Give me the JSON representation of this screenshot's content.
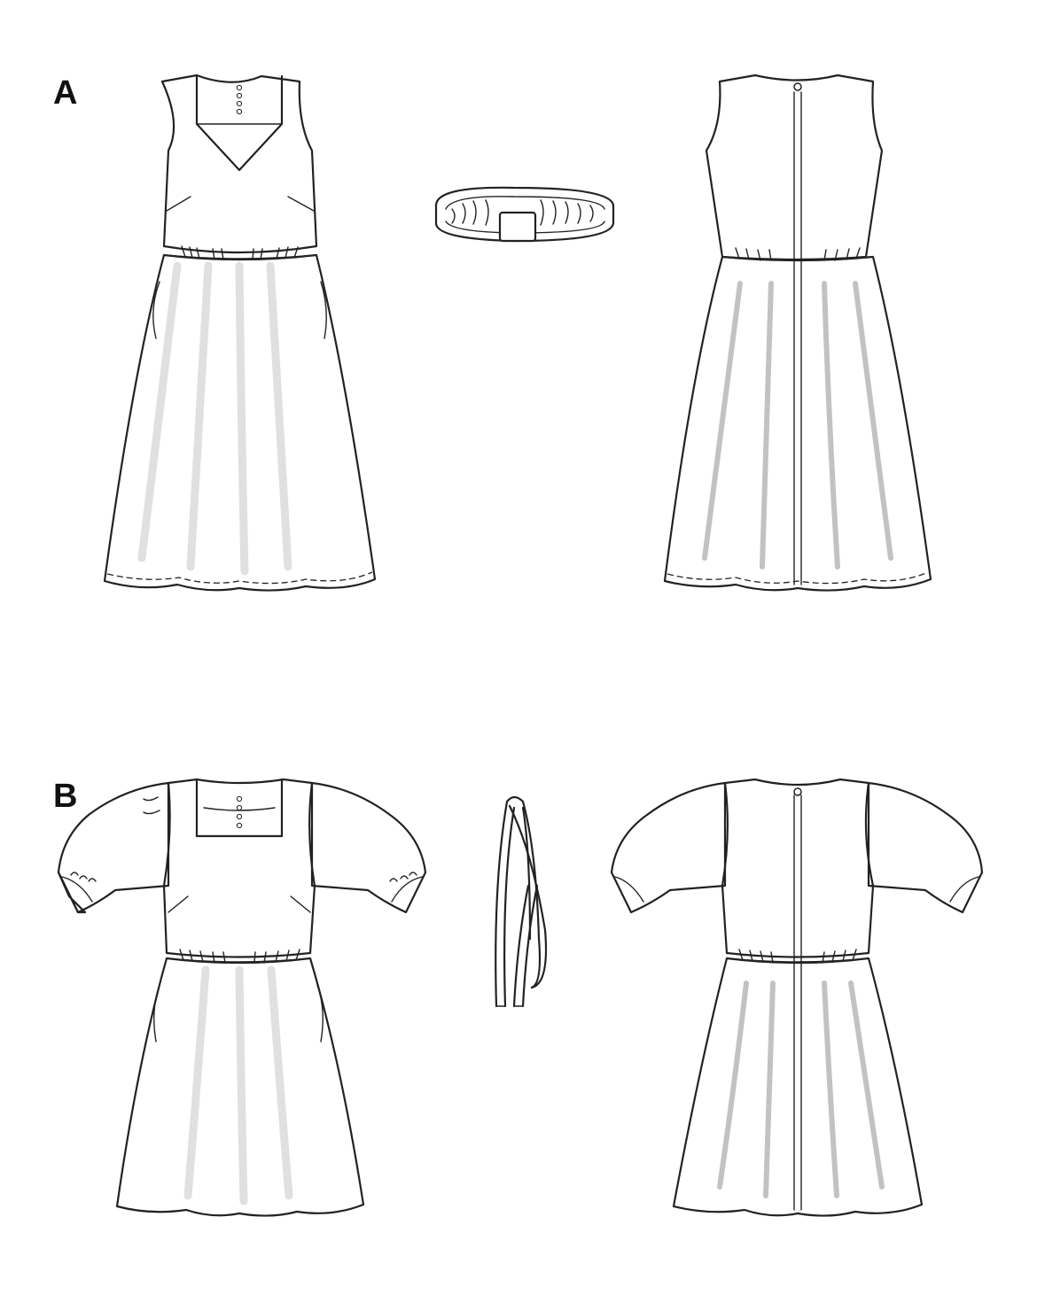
{
  "views": [
    {
      "id": "A",
      "label": "A"
    },
    {
      "id": "B",
      "label": "B"
    }
  ],
  "colors": {
    "outline": "#222222",
    "front_fill": "#ffffff",
    "back_fill": "#c4c4c4",
    "shade": "#d6d6d6"
  },
  "icons": [
    "front-dress-drawing",
    "back-dress-drawing",
    "elastic-belt-icon",
    "tie-belt-icon",
    "button-icon",
    "zipper-icon"
  ]
}
